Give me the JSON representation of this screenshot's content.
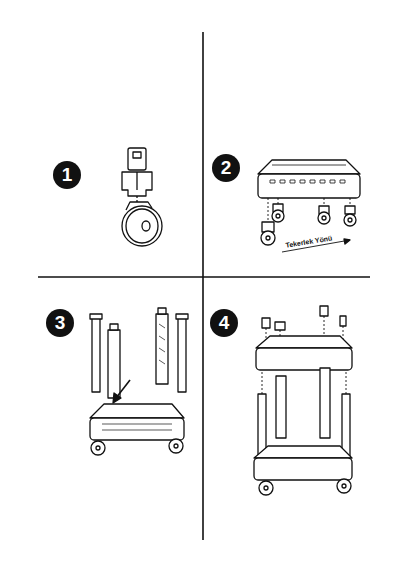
{
  "diagram": {
    "nodes": [
      {
        "text": [
          "1"
        ]
      },
      {
        "text": [
          "2"
        ]
      },
      {
        "text": [
          "3"
        ]
      },
      {
        "text": [
          "4"
        ]
      }
    ],
    "labels": [
      "Tekerlek Yönü"
    ]
  }
}
